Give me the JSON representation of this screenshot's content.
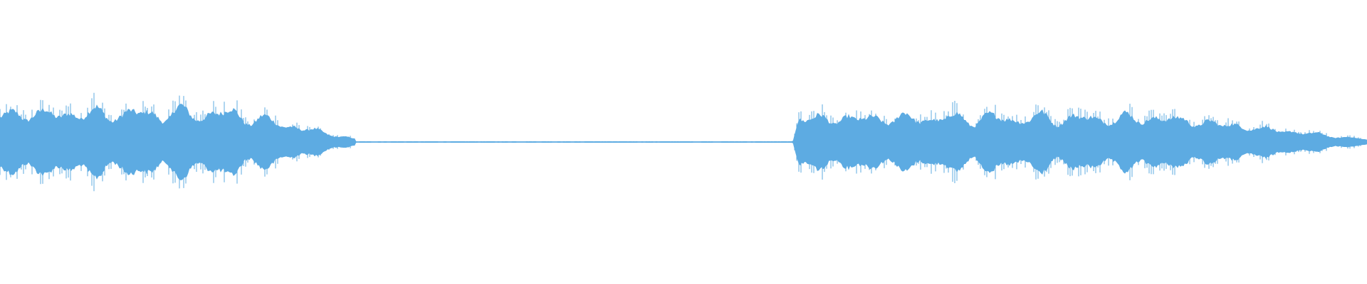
{
  "waveform": {
    "color": "#5dabe2",
    "background": "#ffffff",
    "segments": [
      {
        "kind": "audio",
        "start": 0.0,
        "end": 0.26,
        "level": 0.9,
        "fade_out": true
      },
      {
        "kind": "silence",
        "start": 0.26,
        "end": 0.58
      },
      {
        "kind": "audio",
        "start": 0.58,
        "end": 1.0,
        "level": 0.75,
        "fade_out": true
      }
    ]
  }
}
